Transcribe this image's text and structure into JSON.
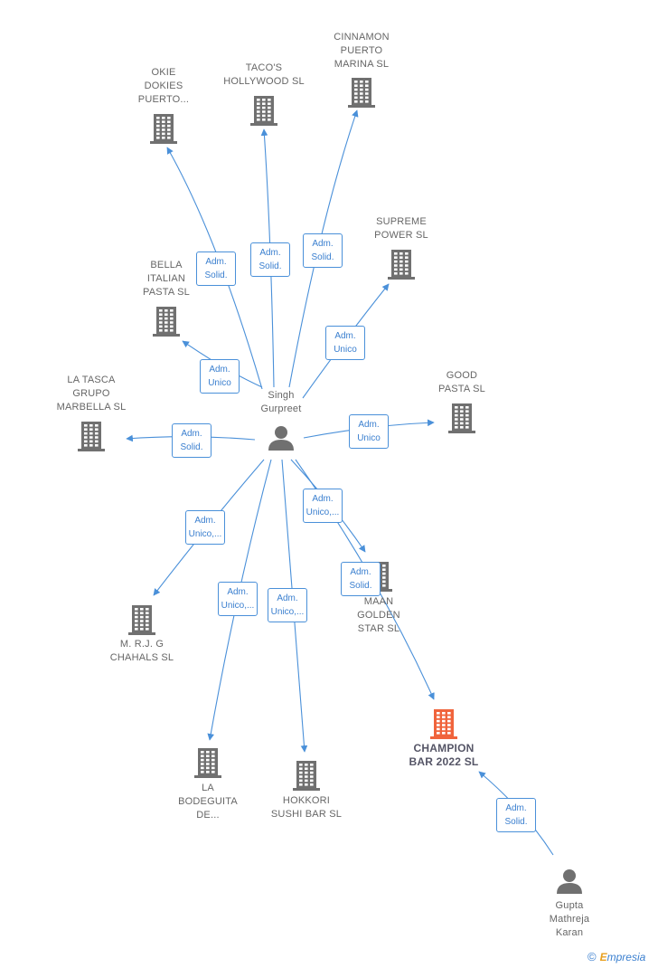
{
  "center": {
    "label": "Singh\nGurpreet"
  },
  "companies": [
    {
      "id": "okie",
      "label": "OKIE\nDOKIES\nPUERTO..."
    },
    {
      "id": "tacos",
      "label": "TACO'S\nHOLLYWOOD SL"
    },
    {
      "id": "cinnamon",
      "label": "CINNAMON\nPUERTO\nMARINA  SL"
    },
    {
      "id": "supreme",
      "label": "SUPREME\nPOWER  SL"
    },
    {
      "id": "bella",
      "label": "BELLA\nITALIAN\nPASTA  SL"
    },
    {
      "id": "latasca",
      "label": "LA TASCA\nGRUPO\nMARBELLA  SL"
    },
    {
      "id": "good",
      "label": "GOOD\nPASTA  SL"
    },
    {
      "id": "mrj",
      "label": "M. R.J. G\nCHAHALS  SL"
    },
    {
      "id": "maan",
      "label": "MAAN\nGOLDEN\nSTAR  SL"
    },
    {
      "id": "bodeguita",
      "label": "LA\nBODEGUITA\nDE..."
    },
    {
      "id": "hokkori",
      "label": "HOKKORI\nSUSHI BAR  SL"
    },
    {
      "id": "champion",
      "label": "CHAMPION\nBAR 2022  SL",
      "highlight": true
    }
  ],
  "second_person": {
    "label": "Gupta\nMathreja\nKaran"
  },
  "edges": [
    {
      "to": "okie",
      "label": "Adm.\nSolid."
    },
    {
      "to": "tacos",
      "label": "Adm.\nSolid."
    },
    {
      "to": "cinnamon",
      "label": "Adm.\nSolid."
    },
    {
      "to": "supreme",
      "label": "Adm.\nUnico"
    },
    {
      "to": "bella",
      "label": "Adm.\nUnico"
    },
    {
      "to": "latasca",
      "label": "Adm.\nSolid."
    },
    {
      "to": "good",
      "label": "Adm.\nUnico"
    },
    {
      "to": "mrj",
      "label": "Adm.\nUnico,..."
    },
    {
      "to": "maan",
      "label": "Adm.\nUnico,..."
    },
    {
      "to": "bodeguita",
      "label": "Adm.\nUnico,..."
    },
    {
      "to": "hokkori",
      "label": "Adm.\nUnico,..."
    },
    {
      "to": "champion",
      "label": "Adm.\nSolid."
    },
    {
      "from": "gupta",
      "to": "champion",
      "label": "Adm.\nSolid."
    }
  ],
  "colors": {
    "edge": "#4a90d9",
    "building": "#707070",
    "building_highlight": "#f0643c",
    "person": "#707070"
  },
  "brand": {
    "copyright": "©",
    "first": "E",
    "rest": "mpresia"
  }
}
